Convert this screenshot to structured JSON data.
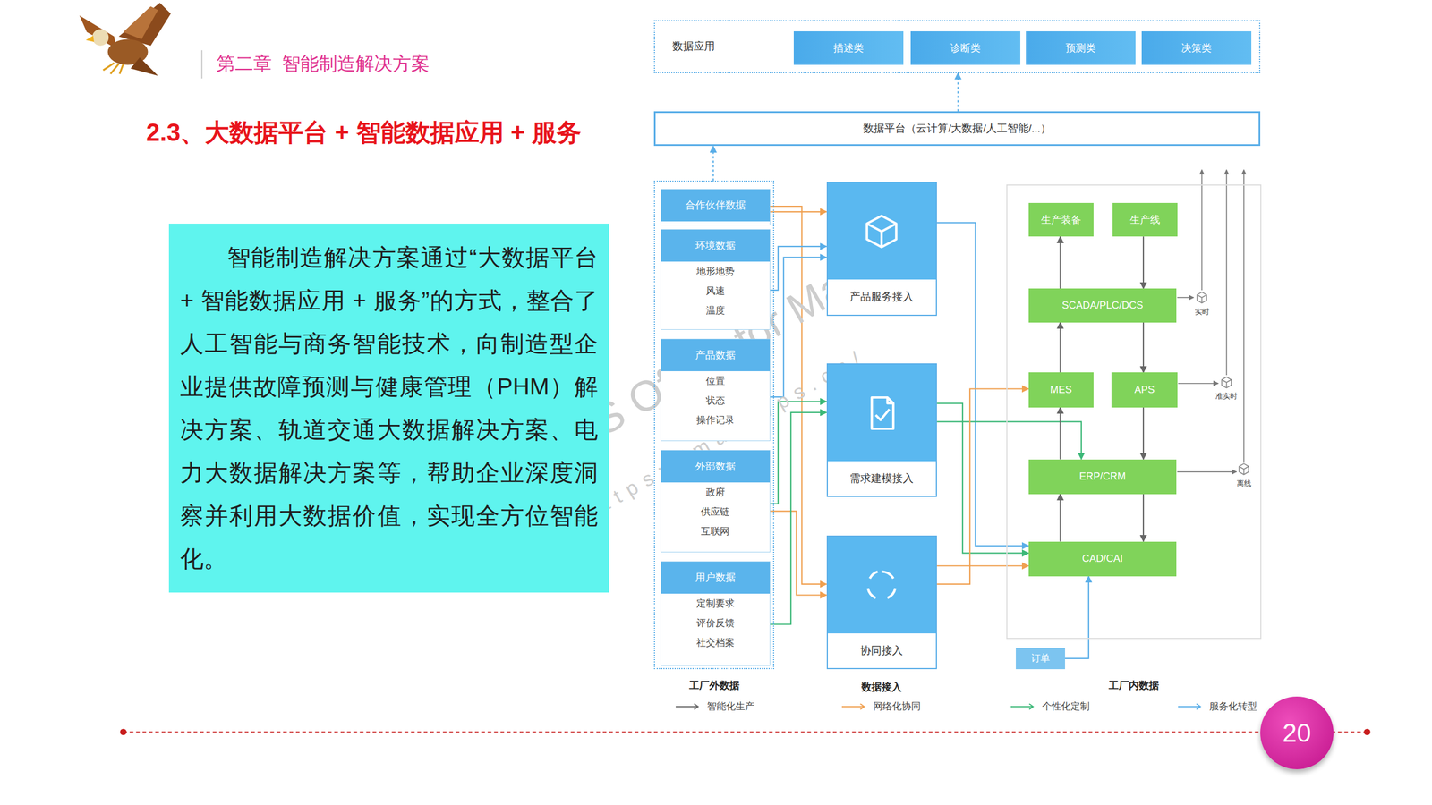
{
  "diagram": {
    "title": "2.3、大数据平台 + 智能数据应用 + 服务",
    "nodes": [
      {
        "text": [
          "智能制造解决方案通过“大数据平台 + 智能数据应用 + 服务”的方式，整合了人工智能与商务智能技术，向制造型企业提供故障预测与健康管理（PHM）解决方案、轨道交通大数据解决方案、电力大数据解决方案等，帮助企业深度洞察并利用大数据价值，实现全方位智能化。"
        ]
      },
      {
        "text": [
          "数据应用"
        ]
      },
      {
        "text": [
          "描述类"
        ],
        "in": 1
      },
      {
        "text": [
          "诊断类"
        ],
        "in": 1
      },
      {
        "text": [
          "预测类"
        ],
        "in": 1
      },
      {
        "text": [
          "决策类"
        ],
        "in": 1
      },
      {
        "text": [
          "数据平台（云计算/大数据/人工智能/...）"
        ]
      },
      {
        "text": [
          "工厂外数据"
        ]
      },
      {
        "text": [
          "合作伙伴数据"
        ],
        "in": 7
      },
      {
        "text": [
          "环境数据",
          "地形地势",
          "风速",
          "温度"
        ],
        "in": 7
      },
      {
        "text": [
          "产品数据",
          "位置",
          "状态",
          "操作记录"
        ],
        "in": 7
      },
      {
        "text": [
          "外部数据",
          "政府",
          "供应链",
          "互联网"
        ],
        "in": 7
      },
      {
        "text": [
          "用户数据",
          "定制要求",
          "评价反馈",
          "社交档案"
        ],
        "in": 7
      },
      {
        "text": [
          "产品服务接入"
        ]
      },
      {
        "text": [
          "需求建模接入"
        ]
      },
      {
        "text": [
          "协同接入"
        ]
      },
      {
        "text": [
          "工厂内数据"
        ]
      },
      {
        "text": [
          "生产装备"
        ],
        "in": 16
      },
      {
        "text": [
          "生产线"
        ],
        "in": 16
      },
      {
        "text": [
          "SCADA/PLC/DCS"
        ],
        "in": 16
      },
      {
        "text": [
          "MES"
        ],
        "in": 16
      },
      {
        "text": [
          "APS"
        ],
        "in": 16
      },
      {
        "text": [
          "ERP/CRM"
        ],
        "in": 16
      },
      {
        "text": [
          "CAD/CAI"
        ],
        "in": 16
      },
      {
        "text": [
          "订单"
        ]
      },
      {
        "text": [
          "20"
        ]
      }
    ],
    "edges": [
      {
        "from": 6,
        "to": 1,
        "arrow": "to"
      },
      {
        "from": 7,
        "to": 6,
        "arrow": "to"
      },
      {
        "from": 8,
        "to": 13,
        "arrow": "to"
      },
      {
        "from": 8,
        "to": 15,
        "arrow": "to"
      },
      {
        "from": 9,
        "to": 13,
        "arrow": "to"
      },
      {
        "from": 10,
        "to": 13,
        "arrow": "to"
      },
      {
        "from": 11,
        "to": 14,
        "arrow": "to"
      },
      {
        "from": 11,
        "to": 15,
        "arrow": "to"
      },
      {
        "from": 12,
        "to": 14,
        "arrow": "to"
      },
      {
        "from": 13,
        "to": 23,
        "arrow": "to"
      },
      {
        "from": 14,
        "to": 22,
        "arrow": "to"
      },
      {
        "from": 14,
        "to": 23,
        "arrow": "to"
      },
      {
        "from": 15,
        "to": 20,
        "arrow": "to"
      },
      {
        "from": 15,
        "to": 23,
        "arrow": "to"
      },
      {
        "from": 19,
        "to": 17,
        "arrow": "to"
      },
      {
        "from": 18,
        "to": 19,
        "arrow": "to"
      },
      {
        "from": 20,
        "to": 19,
        "arrow": "to"
      },
      {
        "from": 19,
        "to": 21,
        "arrow": "to"
      },
      {
        "from": 22,
        "to": 20,
        "arrow": "to"
      },
      {
        "from": 21,
        "to": 22,
        "arrow": "to"
      },
      {
        "from": 23,
        "to": 22,
        "arrow": "to"
      },
      {
        "from": 22,
        "to": 23,
        "arrow": "to"
      },
      {
        "from": 24,
        "to": 23,
        "arrow": "to"
      }
    ],
    "labels": [
      "第二章  智能制造解决方案",
      "数据接入",
      "实时",
      "准实时",
      "离线",
      "WPS Office for Mac",
      "https://mac.wps.cn/"
    ],
    "legend": [
      {
        "text": "智能化生产"
      },
      {
        "text": "网络化协同"
      },
      {
        "text": "个性化定制"
      },
      {
        "text": "服务化转型"
      }
    ]
  }
}
